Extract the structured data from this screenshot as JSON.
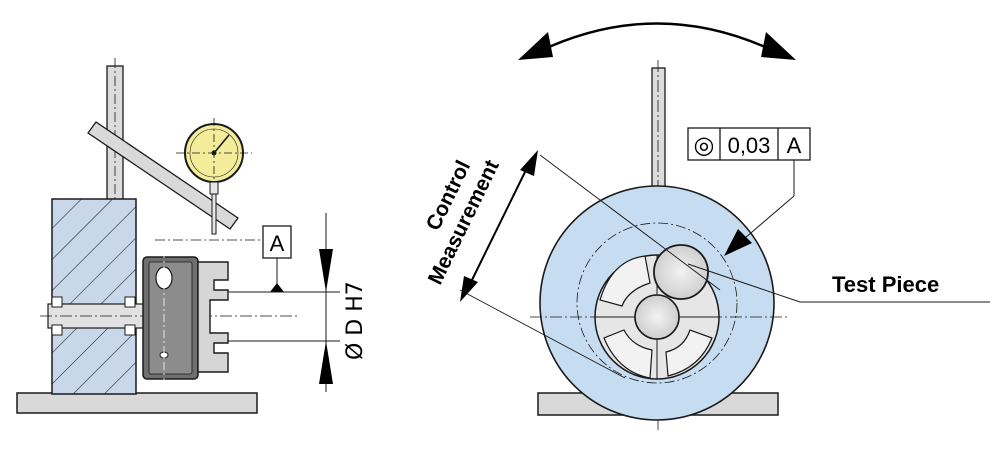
{
  "labels": {
    "datum_letter": "A",
    "bore_dimension": "Ø D H7",
    "control_line1": "Control",
    "control_line2": "Measurement",
    "test_piece": "Test Piece"
  },
  "tolerance_frame": {
    "symbol": "◎",
    "value": "0,03",
    "datum": "A"
  },
  "colors": {
    "fixture_fill": "#c8d8ea",
    "disc_fill": "#c6dcf0",
    "gauge_fill": "#f3ec9a",
    "part_fill": "#d6d6d6",
    "base_fill": "#d9d9d9",
    "stroke": "#1a1a1a"
  }
}
